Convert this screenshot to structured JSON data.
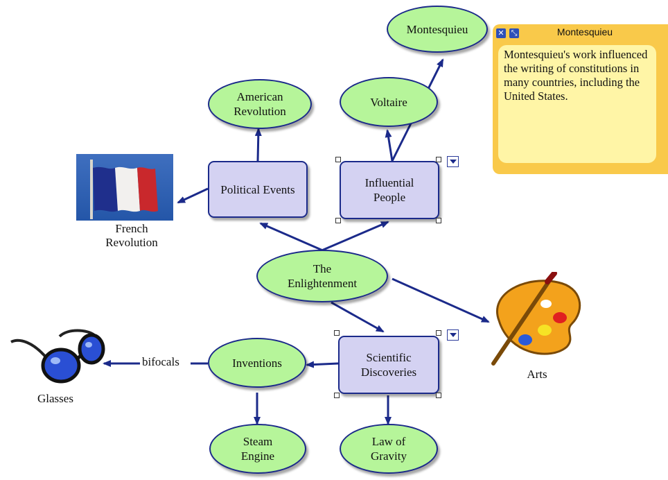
{
  "nodes": {
    "enlightenment": "The\nEnlightenment",
    "political_events": "Political Events",
    "influential_people": "Influential\nPeople",
    "american_revolution": "American\nRevolution",
    "voltaire": "Voltaire",
    "montesquieu": "Montesquieu",
    "scientific_discoveries": "Scientific\nDiscoveries",
    "inventions": "Inventions",
    "steam_engine": "Steam\nEngine",
    "law_of_gravity": "Law of\nGravity"
  },
  "pictures": {
    "french_revolution": "French\nRevolution",
    "arts": "Arts",
    "glasses": "Glasses"
  },
  "edge_labels": {
    "bifocals": "bifocals"
  },
  "note": {
    "title": "Montesquieu",
    "body": "Montesquieu's work influenced the writing of constitutions in many countries, including the United States.",
    "close_icon": "close-icon",
    "resize_icon": "resize-icon"
  },
  "colors": {
    "ellipse_fill": "#b6f59a",
    "rect_fill": "#d4d2f2",
    "link": "#1b2a8a",
    "note_frame": "#f9c94a",
    "note_body": "#fff5a6"
  }
}
